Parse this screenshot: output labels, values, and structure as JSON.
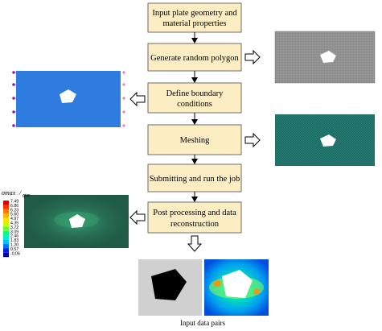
{
  "steps": [
    {
      "lines": [
        "Input plate geometry and",
        "material properties"
      ]
    },
    {
      "lines": [
        "Generate random polygon"
      ]
    },
    {
      "lines": [
        "Define boundary",
        "conditions"
      ]
    },
    {
      "lines": [
        "Meshing"
      ]
    },
    {
      "lines": [
        "Submitting and run the job"
      ]
    },
    {
      "lines": [
        "Post processing and data",
        "reconstruction"
      ]
    }
  ],
  "colorbar": {
    "title_num": "σmax",
    "title_den": "σ∞",
    "values": [
      "7.49",
      "6.86",
      "6.23",
      "5.60",
      "4.97",
      "4.35",
      "3.72",
      "3.09",
      "2.46",
      "1.83",
      "1.20",
      "0.57",
      "-0.06"
    ],
    "colors": [
      "#e00000",
      "#ff3000",
      "#ff7a00",
      "#ffb400",
      "#ffe000",
      "#c8ff00",
      "#6cff30",
      "#00ff80",
      "#00f0c8",
      "#00c0ff",
      "#0070ff",
      "#0020e0",
      "#0000a0"
    ]
  },
  "caption": "Input data pairs",
  "colors": {
    "box_fill": "#fdedc3",
    "box_stroke": "#6b6b6b",
    "plate_blue": "#2f7ce0",
    "gray_plate": "#8f8f8f",
    "mesh_teal": "#1d6a63",
    "stress_field": "#2a6b55",
    "bc_marker": "#d43cc8"
  },
  "icons": [
    "flow-arrow-down",
    "hollow-arrow-right",
    "hollow-arrow-left",
    "hollow-arrow-down"
  ]
}
